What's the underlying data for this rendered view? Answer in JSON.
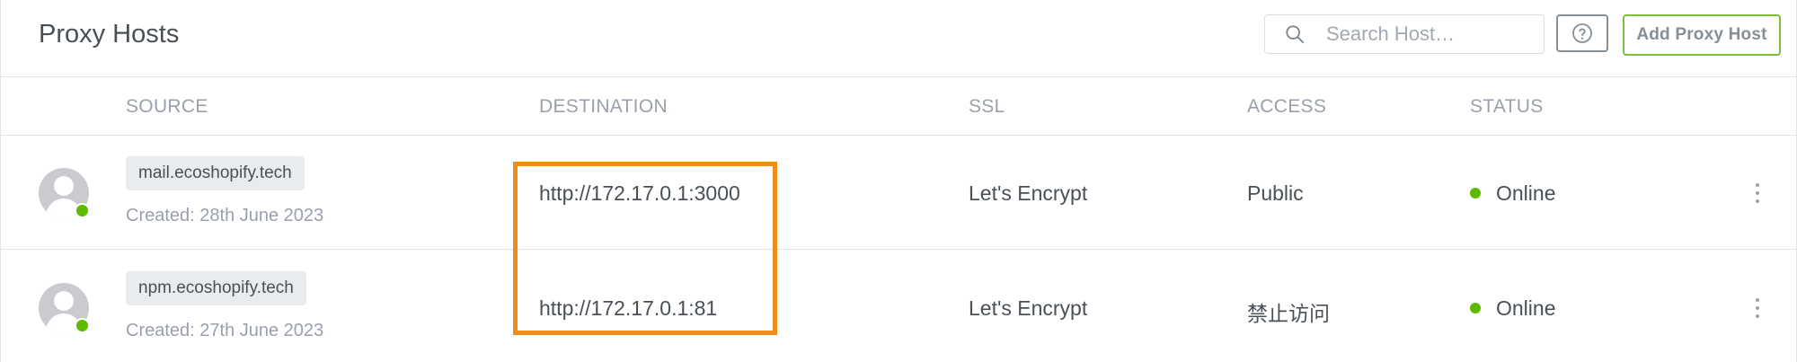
{
  "header": {
    "title": "Proxy Hosts",
    "search_placeholder": "Search Host…",
    "add_button_label": "Add Proxy Host",
    "help_icon": "question-circle-icon"
  },
  "table": {
    "columns": [
      "SOURCE",
      "DESTINATION",
      "SSL",
      "ACCESS",
      "STATUS"
    ],
    "rows": [
      {
        "domain": "mail.ecoshopify.tech",
        "created": "Created: 28th June 2023",
        "destination": "http://172.17.0.1:3000",
        "ssl": "Let's Encrypt",
        "access": "Public",
        "status": "Online"
      },
      {
        "domain": "npm.ecoshopify.tech",
        "created": "Created: 27th June 2023",
        "destination": "http://172.17.0.1:81",
        "ssl": "Let's Encrypt",
        "access": "禁止访问",
        "status": "Online"
      }
    ]
  },
  "colors": {
    "online": "#5eba00",
    "highlight": "#f08c1b",
    "add_button_border": "#7bbf3b"
  }
}
